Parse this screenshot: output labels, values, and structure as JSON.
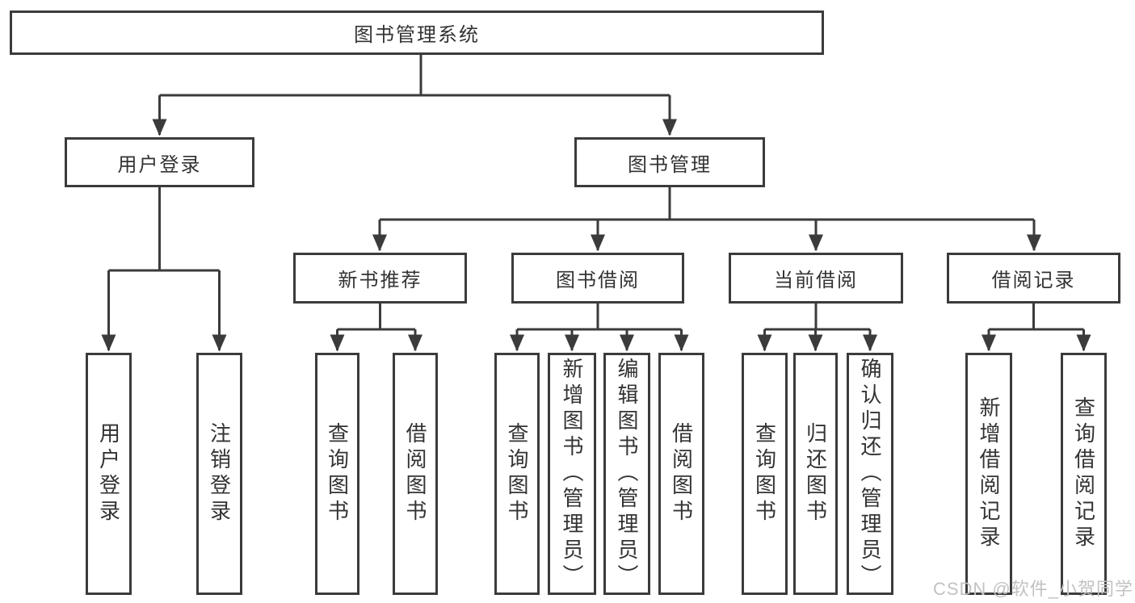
{
  "colors": {
    "line": "#3b3b3b",
    "box_border": "#3b3b3b",
    "text": "#333333",
    "watermark": "#c2c2c2",
    "background": "#ffffff"
  },
  "watermark": {
    "text": "CSDN @软件_小贺同学"
  },
  "tree": {
    "root": {
      "label": "图书管理系统"
    },
    "level2": [
      {
        "label": "用户登录"
      },
      {
        "label": "图书管理"
      }
    ],
    "level3": [
      {
        "label": "新书推荐",
        "parent": "图书管理"
      },
      {
        "label": "图书借阅",
        "parent": "图书管理"
      },
      {
        "label": "当前借阅",
        "parent": "图书管理"
      },
      {
        "label": "借阅记录",
        "parent": "图书管理"
      }
    ],
    "leaves": [
      {
        "label": "用户登录",
        "parent": "用户登录"
      },
      {
        "label": "注销登录",
        "parent": "用户登录"
      },
      {
        "label": "查询图书",
        "parent": "新书推荐"
      },
      {
        "label": "借阅图书",
        "parent": "新书推荐"
      },
      {
        "label": "查询图书",
        "parent": "图书借阅"
      },
      {
        "label": "新增图书（管理员）",
        "parent": "图书借阅"
      },
      {
        "label": "编辑图书（管理员）",
        "parent": "图书借阅"
      },
      {
        "label": "借阅图书",
        "parent": "图书借阅"
      },
      {
        "label": "查询图书",
        "parent": "当前借阅"
      },
      {
        "label": "归还图书",
        "parent": "当前借阅"
      },
      {
        "label": "确认归还（管理员）",
        "parent": "当前借阅"
      },
      {
        "label": "新增借阅记录",
        "parent": "借阅记录"
      },
      {
        "label": "查询借阅记录",
        "parent": "借阅记录"
      }
    ]
  }
}
